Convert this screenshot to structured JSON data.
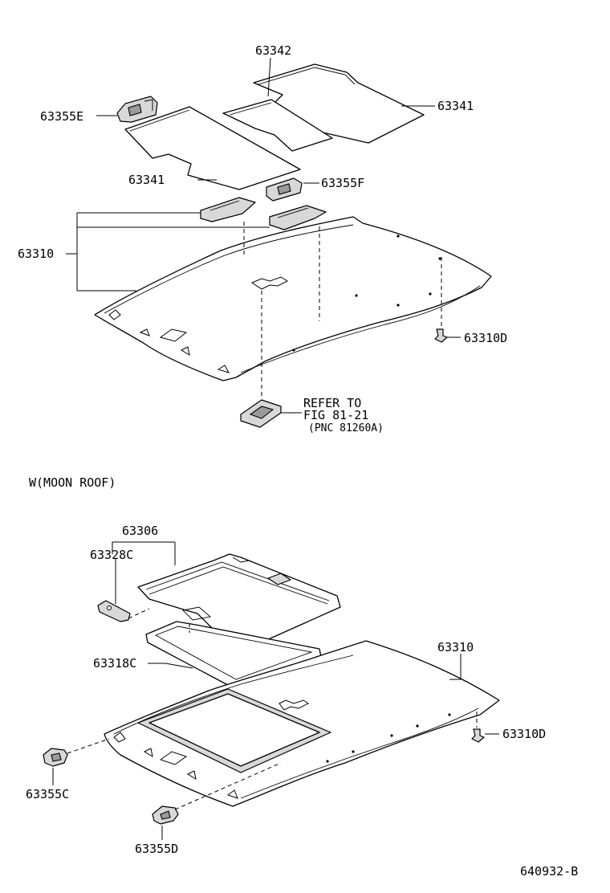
{
  "upper": {
    "labels": {
      "p63342": "63342",
      "p63341_right": "63341",
      "p63355E": "63355E",
      "p63341_left": "63341",
      "p63355F": "63355F",
      "p63310": "63310",
      "p63310D": "63310D"
    },
    "refer_note": {
      "line1": "REFER TO",
      "line2": "FIG 81-21",
      "line3": "(PNC 81260A)"
    }
  },
  "section_title": "W(MOON ROOF)",
  "lower": {
    "labels": {
      "p63306": "63306",
      "p63328C": "63328C",
      "p63318C": "63318C",
      "p63310": "63310",
      "p63310D": "63310D",
      "p63355C": "63355C",
      "p63355D": "63355D"
    }
  },
  "figure_id": "640932-B"
}
